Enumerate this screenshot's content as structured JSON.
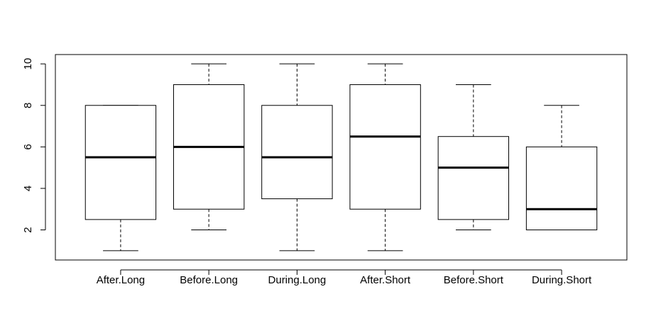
{
  "chart_data": {
    "type": "boxplot",
    "title": "",
    "xlabel": "",
    "ylabel": "",
    "ylim": [
      0.55,
      10.45
    ],
    "yticks": [
      2,
      4,
      6,
      8,
      10
    ],
    "ytick_labels": [
      "2",
      "4",
      "6",
      "8",
      "10"
    ],
    "grid": false,
    "legend": "none",
    "categories": [
      "After.Long",
      "Before.Long",
      "During.Long",
      "After.Short",
      "Before.Short",
      "During.Short"
    ],
    "boxes": [
      {
        "whisker_low": 1,
        "q1": 2.5,
        "median": 5.5,
        "q3": 8,
        "whisker_high": 8
      },
      {
        "whisker_low": 2,
        "q1": 3,
        "median": 6,
        "q3": 9,
        "whisker_high": 10
      },
      {
        "whisker_low": 1,
        "q1": 3.5,
        "median": 5.5,
        "q3": 8,
        "whisker_high": 10
      },
      {
        "whisker_low": 1,
        "q1": 3,
        "median": 6.5,
        "q3": 9,
        "whisker_high": 10
      },
      {
        "whisker_low": 2,
        "q1": 2.5,
        "median": 5,
        "q3": 6.5,
        "whisker_high": 9
      },
      {
        "whisker_low": 2,
        "q1": 2,
        "median": 3,
        "q3": 6,
        "whisker_high": 8
      }
    ],
    "colors": {
      "box_fill": "#ffffff",
      "stroke": "#000000"
    }
  }
}
